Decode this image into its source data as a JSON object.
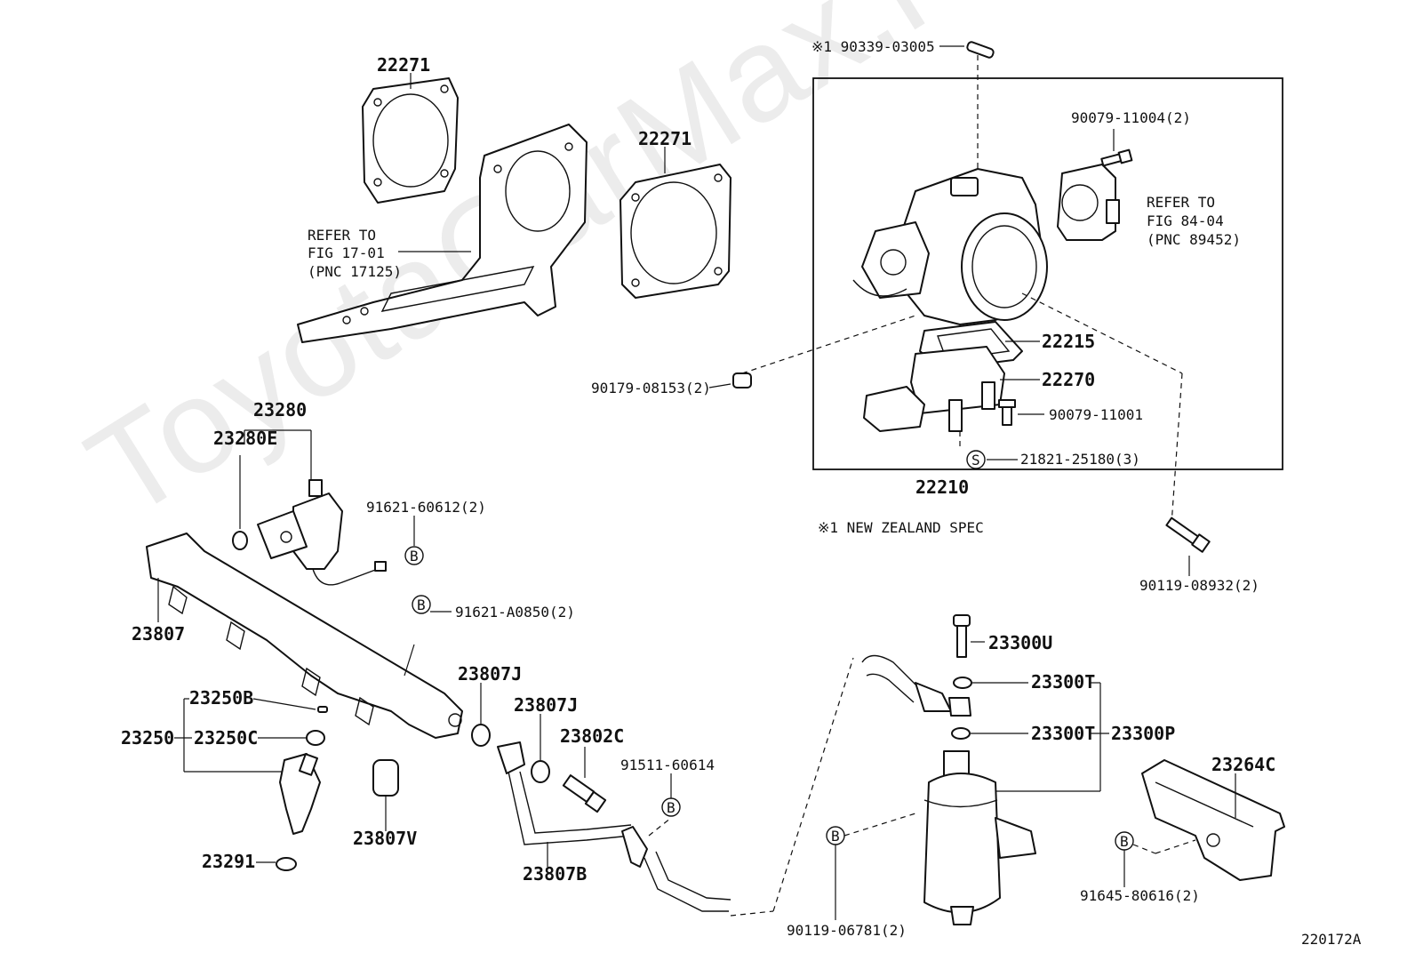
{
  "watermark": "ToyotaCarMax.ru",
  "diagram_id": "220172A",
  "notes": {
    "spec_note": "※1 NEW ZEALAND SPEC",
    "refer_17": [
      "REFER TO",
      "FIG 17-01",
      "(PNC 17125)"
    ],
    "refer_84": [
      "REFER TO",
      "FIG 84-04",
      "(PNC 89452)"
    ]
  },
  "labels": {
    "p22271_a": "22271",
    "p22271_b": "22271",
    "p90339": "※1 90339-03005",
    "p90079_11004": "90079-11004(2)",
    "p22215": "22215",
    "p22270": "22270",
    "p90079_11001": "90079-11001",
    "p21821": "21821-25180(3)",
    "p22210": "22210",
    "p90179": "90179-08153(2)",
    "p90119_08932": "90119-08932(2)",
    "p23280": "23280",
    "p23280E": "23280E",
    "p91621_60612": "91621-60612(2)",
    "p91621_A0850": "91621-A0850(2)",
    "p23807": "23807",
    "p23807J_a": "23807J",
    "p23807J_b": "23807J",
    "p23802C": "23802C",
    "p91511": "91511-60614",
    "p23250B": "23250B",
    "p23250": "23250",
    "p23250C": "23250C",
    "p23807V": "23807V",
    "p23291": "23291",
    "p23807B": "23807B",
    "p23300U": "23300U",
    "p23300T_a": "23300T",
    "p23300T_b": "23300T",
    "p23300P": "23300P",
    "p23264C": "23264C",
    "p90119_06781": "90119-06781(2)",
    "p91645": "91645-80616(2)"
  },
  "markers": {
    "b": "B",
    "s": "S"
  }
}
